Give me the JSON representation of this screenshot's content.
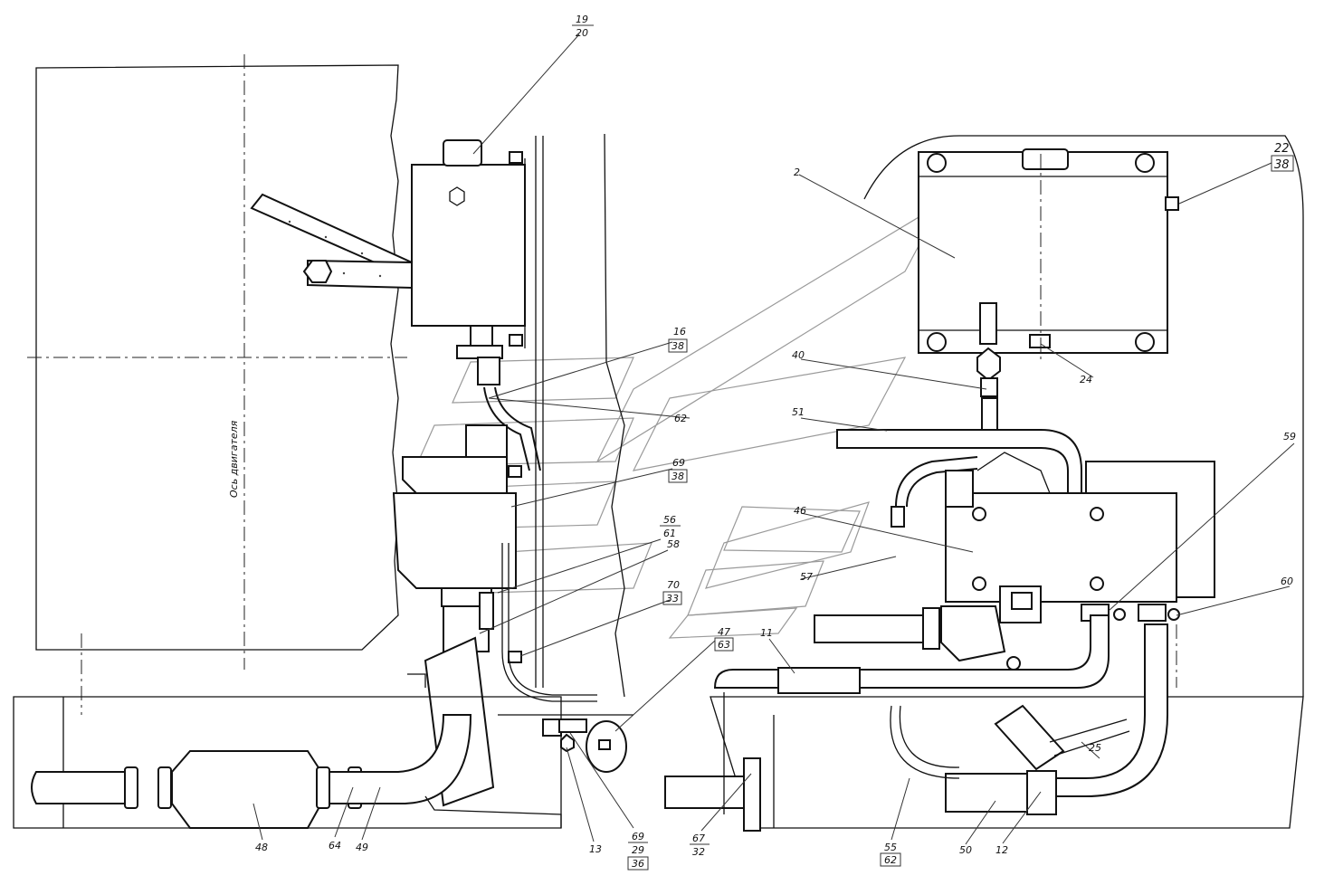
{
  "axis_label": "Ось двигателя",
  "callouts": [
    {
      "id": "c19",
      "top": "19",
      "bottom": "20"
    },
    {
      "id": "c16",
      "top": "16",
      "bottom": "38"
    },
    {
      "id": "c62",
      "top": "62"
    },
    {
      "id": "c69a",
      "top": "69",
      "bottom": "38"
    },
    {
      "id": "c56",
      "top": "56",
      "bottom": "61"
    },
    {
      "id": "c58",
      "top": "58"
    },
    {
      "id": "c70",
      "top": "70",
      "bottom": "33"
    },
    {
      "id": "c47",
      "top": "47",
      "bottom": "63"
    },
    {
      "id": "c2",
      "top": "2"
    },
    {
      "id": "c22",
      "top": "22",
      "bottom": "38"
    },
    {
      "id": "c40",
      "top": "40"
    },
    {
      "id": "c24",
      "top": "24"
    },
    {
      "id": "c51",
      "top": "51"
    },
    {
      "id": "c46",
      "top": "46"
    },
    {
      "id": "c57",
      "top": "57"
    },
    {
      "id": "c11",
      "top": "11"
    },
    {
      "id": "c59",
      "top": "59"
    },
    {
      "id": "c60",
      "top": "60"
    },
    {
      "id": "c48",
      "top": "48"
    },
    {
      "id": "c64",
      "top": "64"
    },
    {
      "id": "c49",
      "top": "49"
    },
    {
      "id": "c13",
      "top": "13"
    },
    {
      "id": "c69b",
      "top": "69",
      "mid": "29",
      "bottom": "36"
    },
    {
      "id": "c67",
      "top": "67",
      "bottom": "32"
    },
    {
      "id": "c55",
      "top": "55",
      "bottom": "62"
    },
    {
      "id": "c50",
      "top": "50"
    },
    {
      "id": "c12",
      "top": "12"
    }
  ],
  "dimension_note": "25"
}
